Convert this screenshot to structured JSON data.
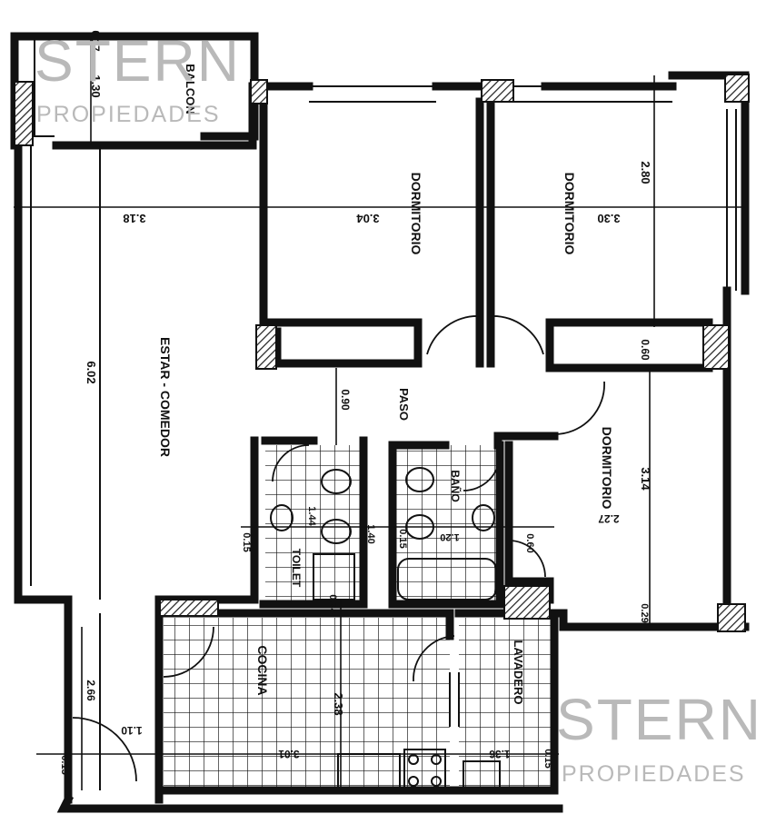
{
  "watermark": {
    "brand": "STERN",
    "sub": "PROPIEDADES"
  },
  "rooms": {
    "balcon": "BALCON",
    "dormitorio_1": "DORMITORIO",
    "dormitorio_2": "DORMITORIO",
    "dormitorio_3": "DORMITORIO",
    "estar_comedor": "ESTAR - COMEDOR",
    "paso": "PASO",
    "toilet": "TOILET",
    "baño": "BAÑO",
    "cocina": "COCINA",
    "lavadero": "LAVADERO"
  },
  "dimensions": {
    "balcon_depth": "1.30",
    "balcon_wall": "0.17",
    "estar_width": "3.18",
    "dorm1_width": "3.04",
    "dorm2_width": "3.30",
    "dorm2_depth": "2.80",
    "estar_length": "6.02",
    "pasillo_width": "0.90",
    "closet_depth": "0.60",
    "dorm3_depth": "3.14",
    "dorm3_width": "2.27",
    "toilet_a": "1.44",
    "toilet_b": "1.40",
    "bano_a": "1.20",
    "bano_b": "0.60",
    "tabique_a": "0.15",
    "tabique_b": "0.15",
    "cocina_depth": "2.38",
    "cocina_width": "3.01",
    "lavadero_width": "1.36",
    "lavadero_b": "0.15",
    "entrada_depth": "2.66",
    "entrada_width": "1.10",
    "entrada_wall": "0.15",
    "muro_dorm3": "0.29",
    "toilet_depth": "0.74"
  }
}
